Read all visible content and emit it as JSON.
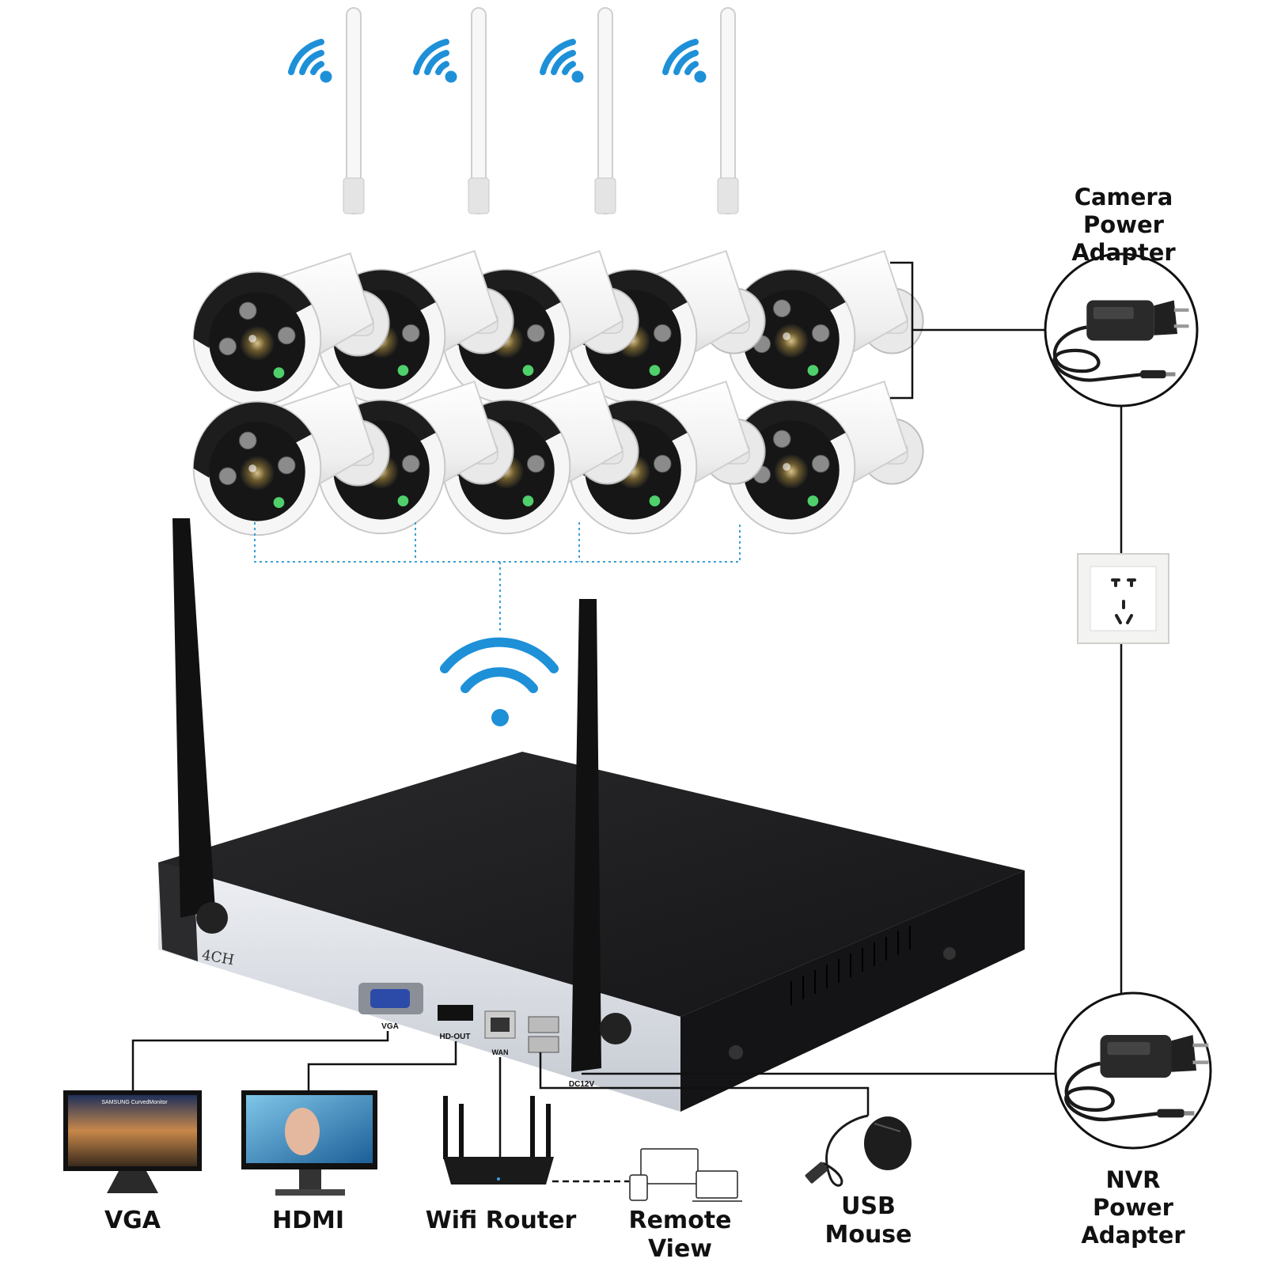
{
  "labels": {
    "camera_adapter_line1": "Camera",
    "camera_adapter_line2": "Power Adapter",
    "nvr_adapter_line1": "NVR",
    "nvr_adapter_line2": "Power Adapter",
    "vga": "VGA",
    "hdmi": "HDMI",
    "wifi_router": "Wifi Router",
    "remote_view": "Remote View",
    "usb_line1": "USB",
    "usb_line2": "Mouse"
  },
  "nvr_ports": {
    "channel": "4CH",
    "vga": "VGA",
    "hdmi": "HD-OUT",
    "wan": "WAN",
    "power": "DC12V"
  },
  "monitor_brand_text": "SAMSUNG CurvedMonitor",
  "colors": {
    "wifi": "#1e90d8",
    "connector_line": "#111111",
    "dotted_line": "#3aa0d6",
    "nvr_body": "#1c1c1e",
    "nvr_front": "#d9dde3",
    "camera_body": "#f2f2f2",
    "camera_visor": "#1b1b1b"
  },
  "icons": [
    "wifi-icon",
    "camera-icon",
    "antenna-icon",
    "power-adapter-icon",
    "wall-socket-icon",
    "monitor-icon",
    "router-icon",
    "laptop-icon",
    "phone-icon",
    "mouse-icon"
  ]
}
